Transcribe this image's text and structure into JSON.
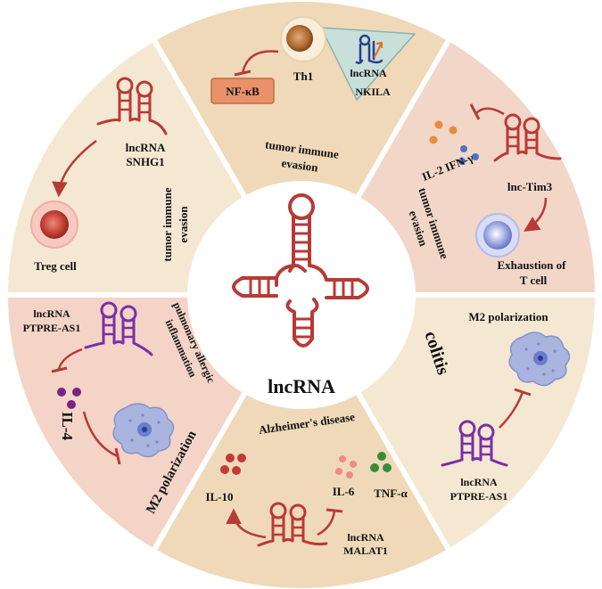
{
  "center": {
    "title": "lncRNA"
  },
  "colors": {
    "rna": "#b83a36",
    "rna_purple": "#7a2fa8",
    "segment_beige": "#f5e8d2",
    "segment_pink": "#f2d6c8",
    "segment_tan": "#efd9b8",
    "segment_rose": "#f3d4c6",
    "center_bg": "#ffffff",
    "divider": "#ffffff"
  },
  "segments": {
    "treg": {
      "rna_label_1": "lncRNA",
      "rna_label_2": "SNHG1",
      "cell_label": "Treg cell",
      "process_1": "tumor immune",
      "process_2": "evasion"
    },
    "th1": {
      "cell_label": "Th1",
      "target_label": "NF-κB",
      "rna_label_1": "lncRNA",
      "rna_label_2": "NKILA",
      "process_1": "tumor immune",
      "process_2": "evasion"
    },
    "tim3": {
      "cytokines": "IL-2  IFN-γ",
      "rna_label": "lnc-Tim3",
      "cell_label_1": "Exhaustion of",
      "cell_label_2": "T cell",
      "process_1": "tumor immune",
      "process_2": "evasion"
    },
    "colitis": {
      "polarization": "M2  polarization",
      "disease": "colitis",
      "rna_label_1": "lncRNA",
      "rna_label_2": "PTPRE-AS1"
    },
    "alzheimers": {
      "disease": "Alzheimer's disease",
      "cyto_1": "IL-10",
      "cyto_2": "IL-6",
      "cyto_3": "TNF-α",
      "rna_label_1": "lncRNA",
      "rna_label_2": "MALAT1"
    },
    "allergy": {
      "rna_label_1": "lncRNA",
      "rna_label_2": "PTPRE-AS1",
      "cytokine": "IL-4",
      "polarization": "M2 polarization",
      "disease_1": "pulmonary allergic",
      "disease_2": "inflammation"
    }
  }
}
